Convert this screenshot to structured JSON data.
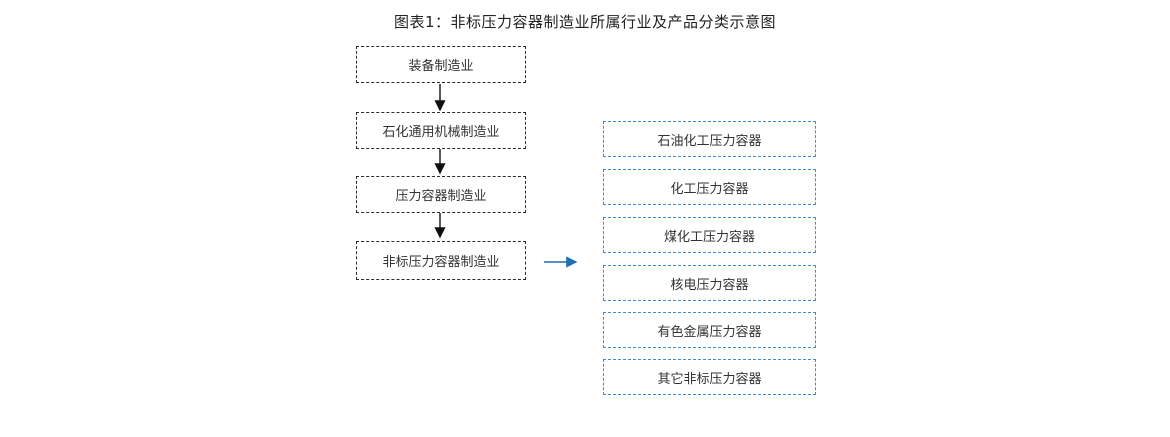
{
  "title": "图表1：非标压力容器制造业所属行业及产品分类示意图",
  "chain": [
    "装备制造业",
    "石化通用机械制造业",
    "压力容器制造业",
    "非标压力容器制造业"
  ],
  "products": [
    "石油化工压力容器",
    "化工压力容器",
    "煤化工压力容器",
    "核电压力容器",
    "有色金属压力容器",
    "其它非标压力容器"
  ],
  "colors": {
    "chain_border": "#2b2b2b",
    "product_border": "#3a8fd0",
    "flow_arrow": "#1f6fb5",
    "vertical_arrow": "#111111"
  }
}
